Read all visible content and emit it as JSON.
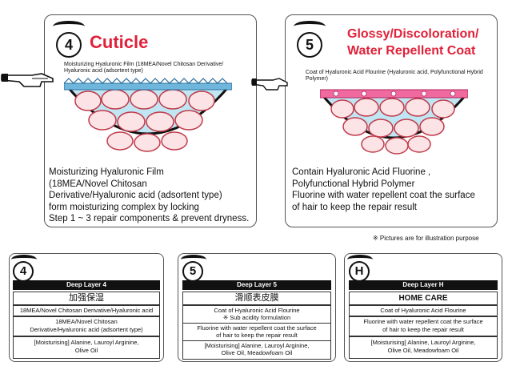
{
  "panels": {
    "step4": {
      "number": "4",
      "title": "Cuticle",
      "caption": "Moisturizing Hyaluronic Film (18MEA/Novel Chitosan Derivative/ Hyaluronic acid (adsortent type)",
      "desc_lines": [
        "Moisturizing Hyaluronic Film",
        "(18MEA/Novel Chitosan",
        "Derivative/Hyaluronic acid (adsortent type)",
        "form moisturizing complex by locking",
        "Step 1 ~ 3 repair components & prevent dryness."
      ]
    },
    "step5": {
      "number": "5",
      "title_line1": "Glossy/Discoloration/",
      "title_line2": "Water Repellent Coat",
      "caption": "Coat of Hyaluronic Acid Flourine (Hyaluronic acid, Polyfunctional Hybrid Polymer)",
      "desc_lines": [
        "Contain Hyaluronic Acid Fluorine ,",
        "Polyfunctional Hybrid Polymer",
        "Fluorine with water repellent coat the surface",
        "of hair to keep the repair result"
      ]
    }
  },
  "note": "※ Pictures are for illustration purpose",
  "bottom_cards": [
    {
      "badge": "4",
      "bar": "Deep Layer 4",
      "headline": "加强保湿",
      "line2": "18MEA/Novel Chitosan Derivative/Hyaluronic acid",
      "line3a": "18MEA/Novel Chitosan",
      "line3b": "Derivative/Hyaluronic acid (adsortent type)",
      "line4a": "[Moisturising] Alanine, Lauroyl Arginine,",
      "line4b": "Olive Oil"
    },
    {
      "badge": "5",
      "bar": "Deep Layer 5",
      "headline": "滑顺表皮膜",
      "line2a": "Coat of Hyaluronic Acid Flourine",
      "line2b": "※ Sub acidity formulation",
      "line3a": "Fluorine with water repellent coat the surface",
      "line3b": "of hair to keep the repair result",
      "line4a": "[Moisturising] Alanine, Lauroyl Arginine,",
      "line4b": "Olive Oil, Meadowfoam Oil"
    },
    {
      "badge": "H",
      "bar": "Deep Layer H",
      "headline": "HOME CARE",
      "line2": "Coat of Hyaluronic Acid Flourine",
      "line3a": "Fluorine with water repellent coat the surface",
      "line3b": "of hair to keep the repair result",
      "line4a": "[Moisturising] Alanine, Lauroyl Arginine,",
      "line4b": "Olive Oil, Meadowfoam Oil"
    }
  ]
}
